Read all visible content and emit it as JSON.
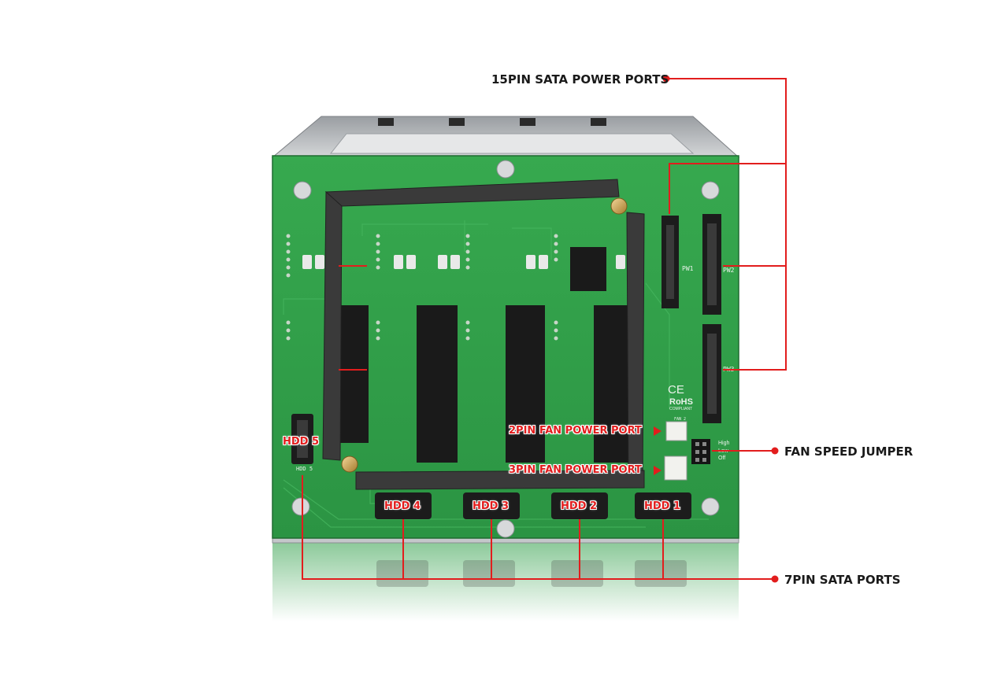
{
  "labels": {
    "power_ports": "15PIN SATA POWER PORTS",
    "fan_jumper": "FAN SPEED JUMPER",
    "sata_ports": "7PIN SATA PORTS",
    "fan_2pin": "2PIN FAN POWER PORT",
    "fan_3pin": "3PIN FAN POWER PORT",
    "hdd": [
      "HDD 5",
      "HDD 4",
      "HDD 3",
      "HDD 2",
      "HDD 1"
    ]
  },
  "board_markings": {
    "pw1": "PW1",
    "pw2": "PW2",
    "pw3": "PW3",
    "ce": "CE",
    "rohs": "RoHS",
    "rohs_sub": "COMPLIANT",
    "jumper_high": "High",
    "jumper_low": "Low",
    "jumper_off": "Off",
    "hdd5_silk": "HDD 5",
    "fan2_silk": "FAN 2"
  },
  "colors": {
    "callout_red": "#e21d1d",
    "pcb_green": "#2f9e48",
    "chassis_gray": "#b9bcbf"
  }
}
